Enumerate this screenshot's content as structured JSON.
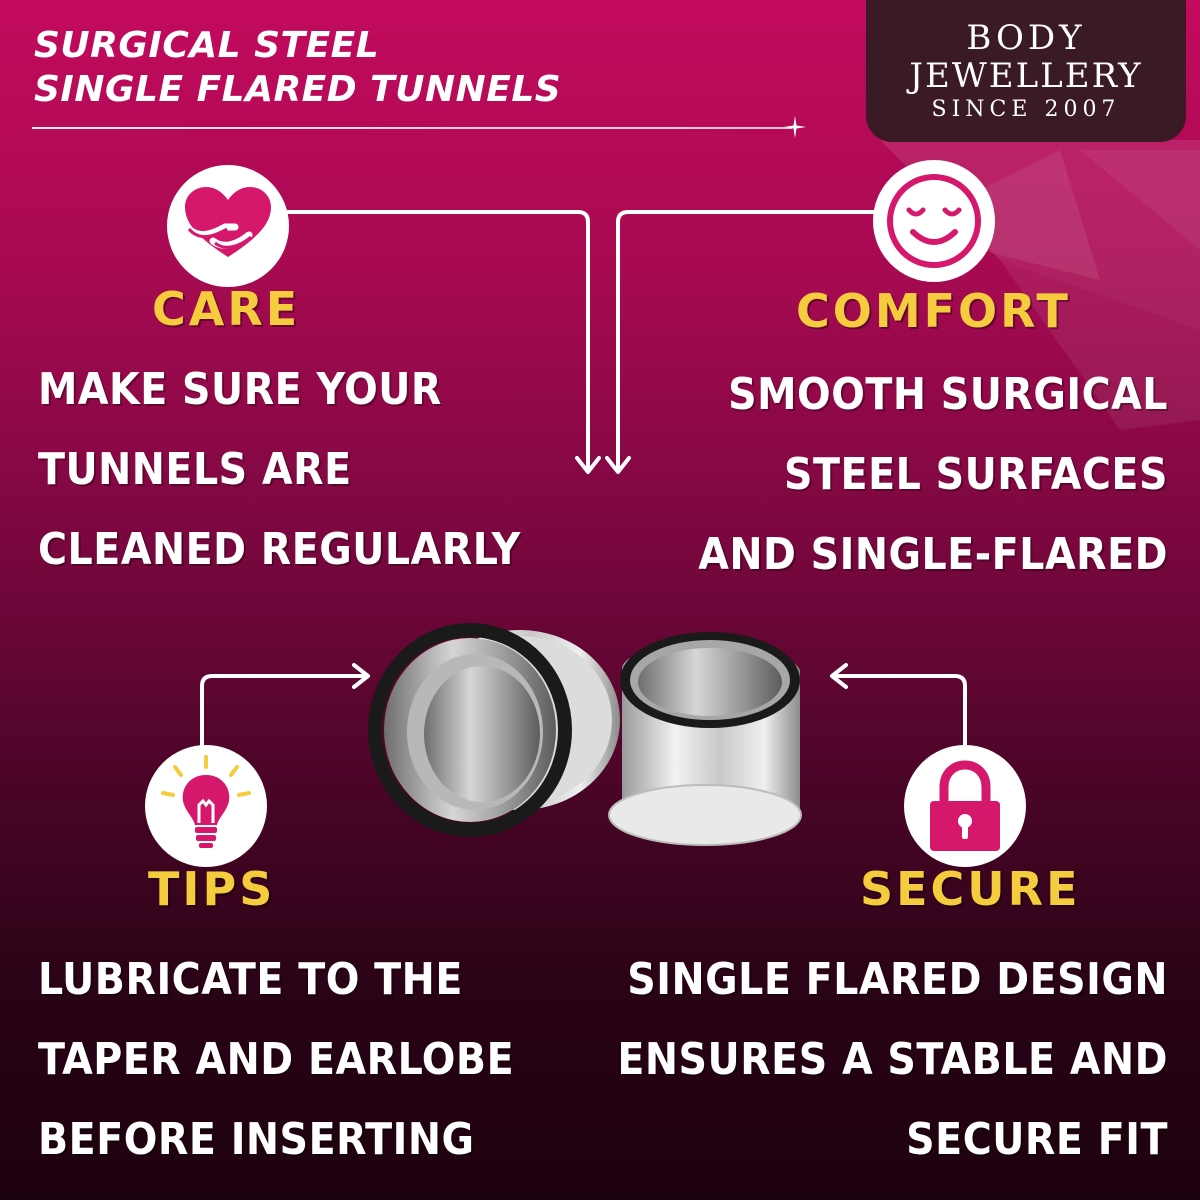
{
  "title": {
    "line1": "SURGICAL STEEL",
    "line2": "SINGLE FLARED TUNNELS"
  },
  "brand": {
    "line1": "BODY",
    "line2": "JEWELLERY",
    "line3": "SINCE 2007"
  },
  "sections": {
    "care": {
      "heading": "CARE",
      "lines": [
        "Make sure your",
        "tunnels are",
        "cleaned regularly"
      ]
    },
    "comfort": {
      "heading": "COMFORT",
      "lines": [
        "Smooth surgical",
        "steel surfaces",
        "and single-flared"
      ]
    },
    "tips": {
      "heading": "TIPS",
      "lines": [
        "Lubricate to the",
        "taper and earlobe",
        "before inserting"
      ]
    },
    "secure": {
      "heading": "SECURE",
      "lines": [
        "single flared design",
        "ensures a stable and",
        "secure fit"
      ]
    }
  },
  "icons": {
    "care": "heart-hug-icon",
    "comfort": "smiley-face-icon",
    "tips": "lightbulb-icon",
    "secure": "padlock-icon"
  },
  "colors": {
    "accent": "#d6186d",
    "heading": "#f5cc3d",
    "background_top": "#c30a5e",
    "background_bottom": "#1d020f",
    "brand_panel": "#3a1a24"
  }
}
